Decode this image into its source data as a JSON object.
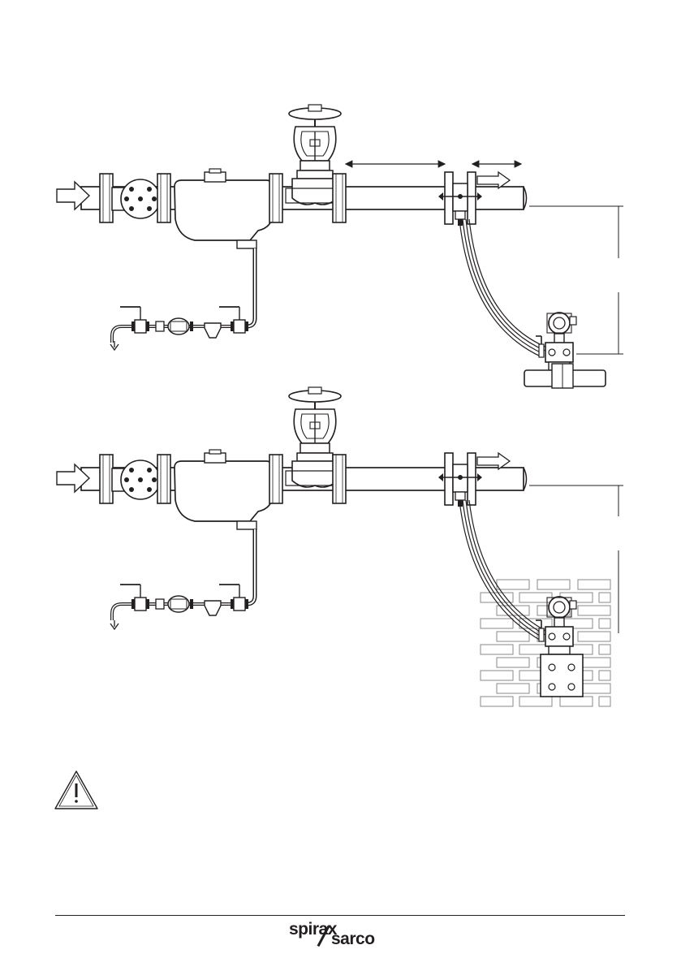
{
  "figure": {
    "installations": [
      {
        "id": "upper",
        "mounting": "pipe"
      },
      {
        "id": "lower",
        "mounting": "wall"
      }
    ]
  },
  "warning": {
    "icon": "warning-triangle-icon"
  },
  "footer": {
    "logo_word_1": "spirax",
    "logo_word_2": "sarco",
    "logo_icon": "spirax-sarco-logo-icon"
  },
  "colors": {
    "line": "#231f20",
    "brick": "#888888",
    "background": "#ffffff"
  }
}
